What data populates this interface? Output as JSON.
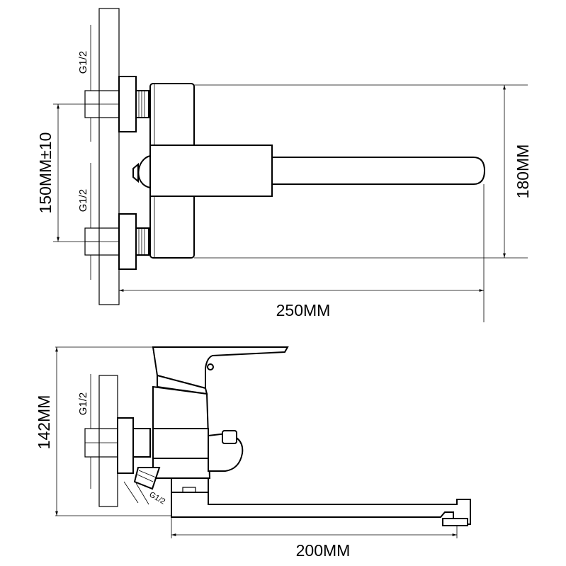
{
  "labels": {
    "top_thread_upper": "G1/2",
    "top_thread_lower": "G1/2",
    "center_distance": "150MM±10",
    "height_180": "180MM",
    "width_250": "250MM",
    "height_142": "142MM",
    "side_thread_upper": "G1/2",
    "side_thread_angled": "G1/2",
    "spout_200": "200MM"
  }
}
